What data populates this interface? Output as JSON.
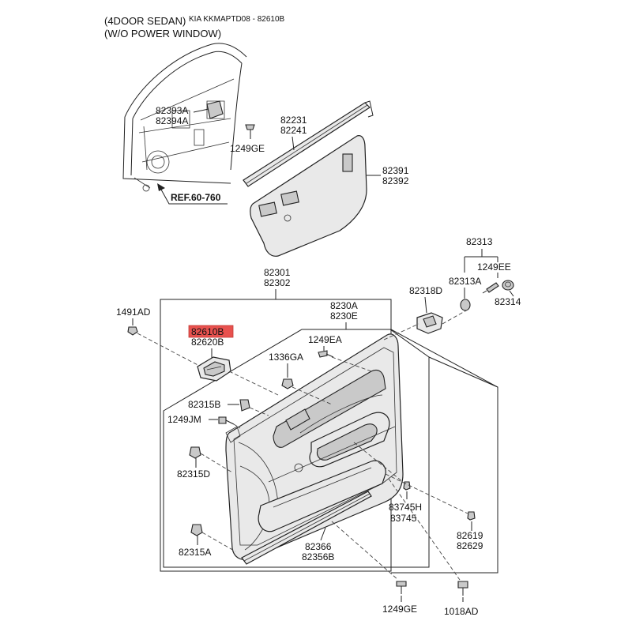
{
  "header": {
    "title_line1": "(4DOOR SEDAN)",
    "title_line2": "(W/O POWER WINDOW)",
    "caption": "KIA KKMAPTD08 - 82610B"
  },
  "labels": {
    "p82393A": "82393A",
    "p82394A": "82394A",
    "p1249GE_top": "1249GE",
    "ref": "REF.60-760",
    "p82231": "82231",
    "p82241": "82241",
    "p82391": "82391",
    "p82392": "82392",
    "p82313": "82313",
    "p1249EE": "1249EE",
    "p82313A": "82313A",
    "p82318D": "82318D",
    "p82314": "82314",
    "p82301": "82301",
    "p82302": "82302",
    "p1491AD": "1491AD",
    "p8230A": "8230A",
    "p8230E": "8230E",
    "p82610B": "82610B",
    "p82620B": "82620B",
    "p1249EA": "1249EA",
    "p1336GA": "1336GA",
    "p82315B": "82315B",
    "p1249JM": "1249JM",
    "p82315D": "82315D",
    "p83745H": "83745H",
    "p83745": "83745",
    "p82619": "82619",
    "p82629": "82629",
    "p82366": "82366",
    "p82356B": "82356B",
    "p82315A": "82315A",
    "p1249GE_bottom": "1249GE",
    "p1018AD": "1018AD"
  },
  "highlight": {
    "color": "#e8514e",
    "part": "82610B"
  },
  "colors": {
    "line": "#222222",
    "part_fill": "#e9e9e9",
    "part_dark": "#c9c9c9"
  }
}
